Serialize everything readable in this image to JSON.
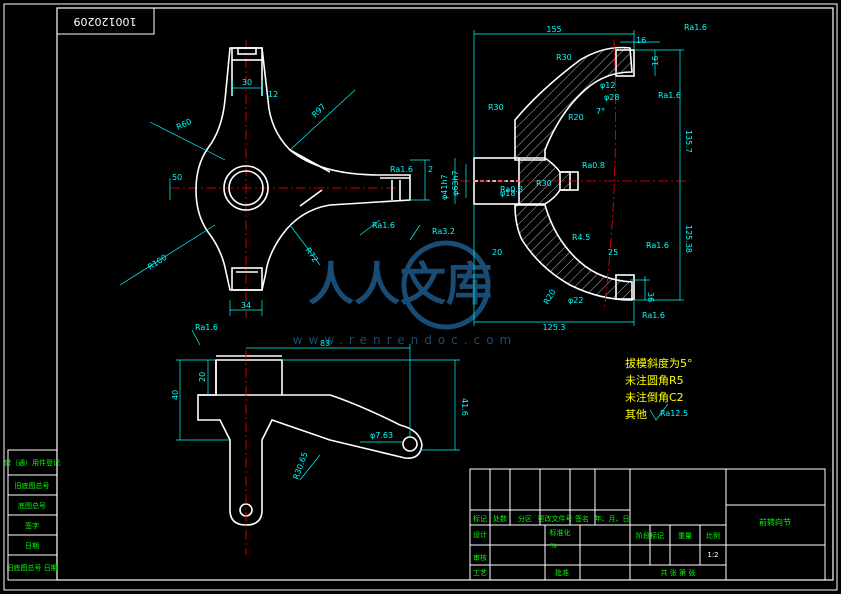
{
  "sheet": {
    "drawing_number": "100120209",
    "watermark": {
      "brand": "人人文库",
      "url": "www.renrendoc.com"
    },
    "colors": {
      "background": "#000000",
      "outline": "#ffffff",
      "dimension": "#00ffff",
      "centerline": "#ff0000",
      "note": "#ffff00",
      "watermark": "#1e5a8a"
    }
  },
  "notes": [
    "拔模斜度为5°",
    "未注圆角R5",
    "未注倒角C2",
    "其他"
  ],
  "notes_roughness": "Ra12.5",
  "dims": {
    "top_width": "30",
    "top_right": "12",
    "left_r": "R60",
    "upper_r": "R97",
    "left_side": "50",
    "lower_r": "R100",
    "lower_mid_r": "R72",
    "bottom_width": "34",
    "ra_right": "Ra1.6",
    "ra_lower": "Ra1.6",
    "ra_lower2": "Ra3.2",
    "small_2": "2",
    "sec_overall": "155",
    "sec_top16": "16",
    "sec_side16": "16",
    "sec_r30a": "R30",
    "sec_r30b": "R30",
    "sec_r30c": "R30",
    "sec_r20": "R20",
    "sec_phi12": "φ12",
    "sec_phi28": "φ28",
    "sec_7": "7°",
    "sec_135": "135.7",
    "sec_dia": "φ63h7",
    "sec_dia2": "φ41h7",
    "sec_phi18": "φ18",
    "sec_ra_a": "Ra1.6",
    "sec_ra_b": "Ra1.6",
    "sec_ra_c": "Ra0.8",
    "sec_ra_d": "Ra0.8",
    "sec_ra_e": "Ra1.6",
    "sec_ra_f": "Ra1.6",
    "sec_r45": "R4.5",
    "sec_20": "20",
    "sec_r20b": "R20",
    "sec_phi22": "φ22",
    "sec_25": "25",
    "sec_36": "36",
    "sec_12538": "125.38",
    "sec_1253": "125.3",
    "fr_ra": "Ra1.6",
    "fr_83": "83",
    "fr_20": "20",
    "fr_40": "40",
    "fr_hole": "φ7.63",
    "fr_r": "R30.65",
    "fr_416": "41.6"
  },
  "side_table": [
    "借（通）用件登记",
    "旧底图总号",
    "底图总号",
    "签字",
    "日期",
    "旧底图总号 日期"
  ],
  "title_block": {
    "part_name": "前转向节",
    "scale": "1:2",
    "row_labels": [
      "标记",
      "处数",
      "分区",
      "更改文件号",
      "签名",
      "年、月、日"
    ],
    "design": "设计",
    "std": "标准化",
    "date_mark": "%",
    "check": "审核",
    "process": "工艺",
    "approve": "批准",
    "stage": "阶段标记",
    "weight": "重量",
    "ratio": "比例",
    "sheets": "共 张 第 张"
  }
}
